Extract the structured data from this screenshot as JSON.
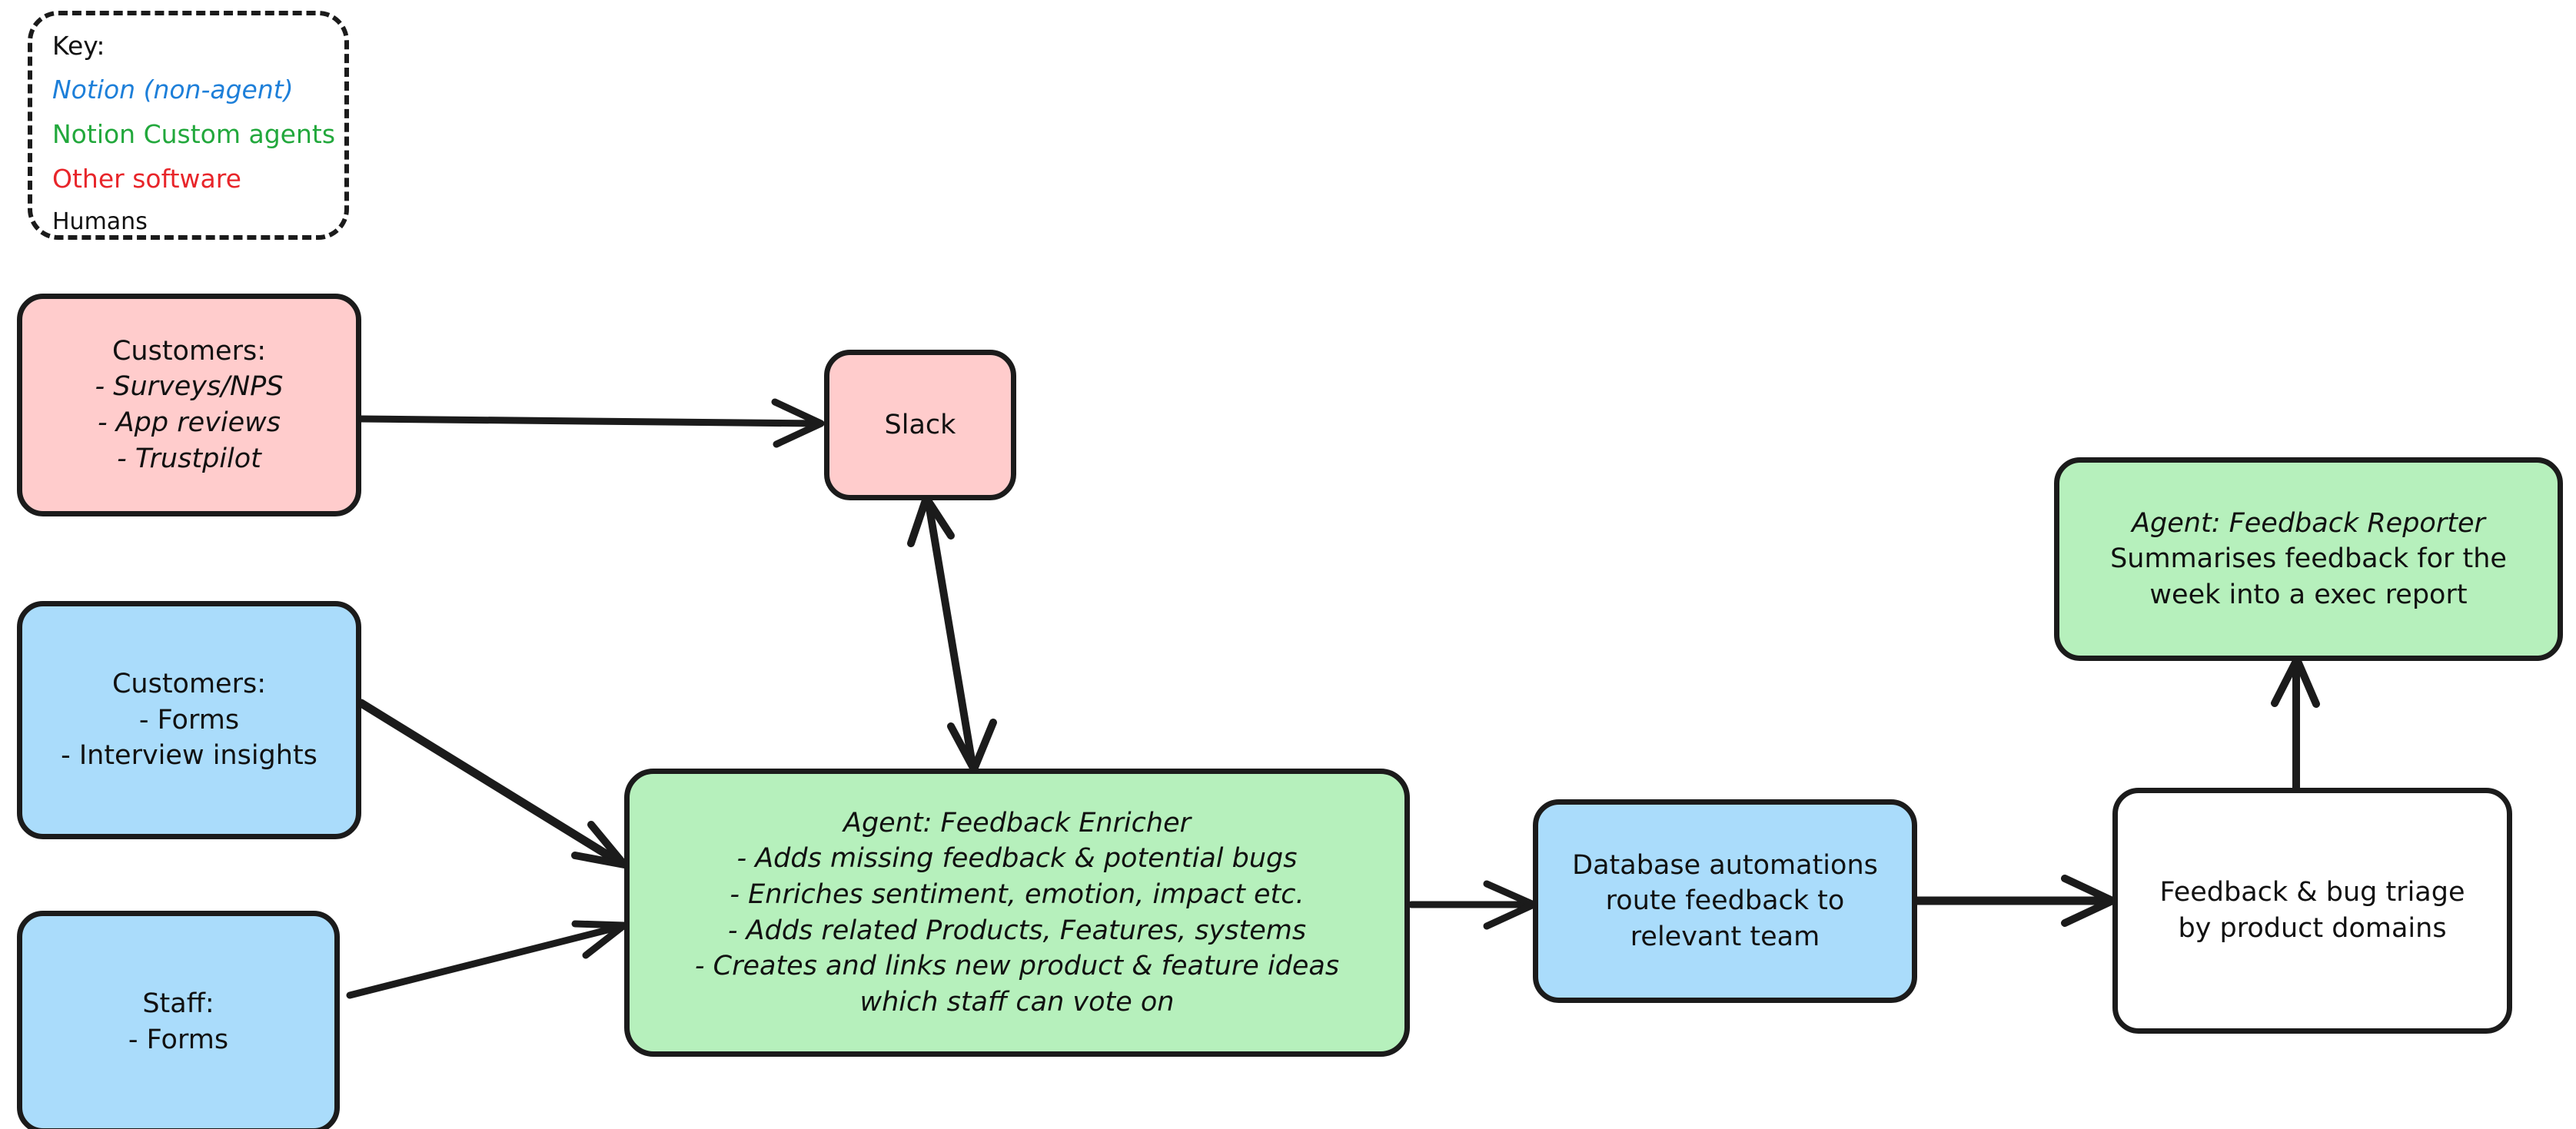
{
  "key": {
    "title": "Key:",
    "items": [
      {
        "label": "Notion (non-agent)",
        "color": "#1d7fd9"
      },
      {
        "label": "Notion Custom agents",
        "color": "#22a83c"
      },
      {
        "label": "Other software",
        "color": "#e8252a"
      },
      {
        "label": "Humans",
        "color": "#111111"
      }
    ]
  },
  "palette": {
    "pink": "#ffcccc",
    "blue": "#aadcfb",
    "green": "#b6f0bc",
    "white": "#ffffff",
    "stroke": "#1b1b1b",
    "legend_blue": "#1d7fd9",
    "legend_green": "#22a83c",
    "legend_red": "#e8252a",
    "legend_black": "#111111"
  },
  "nodes": [
    {
      "id": "customers-surveys",
      "fill": "pink",
      "lines": [
        "Customers:",
        "- Surveys/NPS",
        "- App reviews",
        "- Trustpilot"
      ],
      "italic_lines": [
        1,
        2,
        3
      ]
    },
    {
      "id": "slack",
      "fill": "pink",
      "lines": [
        "Slack"
      ],
      "italic_lines": []
    },
    {
      "id": "customers-forms",
      "fill": "blue",
      "lines": [
        "Customers:",
        "- Forms",
        "- Interview insights"
      ],
      "italic_lines": []
    },
    {
      "id": "staff-forms",
      "fill": "blue",
      "lines": [
        "Staff:",
        "- Forms"
      ],
      "italic_lines": []
    },
    {
      "id": "agent-feedback-enricher",
      "fill": "green",
      "lines": [
        "Agent: Feedback Enricher",
        "- Adds missing feedback & potential bugs",
        "- Enriches sentiment, emotion, impact etc.",
        "- Adds related Products, Features, systems",
        "- Creates and links new product & feature ideas",
        "which staff can vote on"
      ],
      "italic_lines": [
        0
      ]
    },
    {
      "id": "database-automations",
      "fill": "blue",
      "lines": [
        "Database automations",
        "route feedback to",
        "relevant team"
      ],
      "italic_lines": []
    },
    {
      "id": "feedback-bug-triage",
      "fill": "white",
      "lines": [
        "Feedback & bug triage",
        "by product domains"
      ],
      "italic_lines": []
    },
    {
      "id": "agent-feedback-reporter",
      "fill": "green",
      "lines": [
        "Agent: Feedback Reporter",
        "Summarises feedback for the",
        "week into a exec report"
      ],
      "italic_lines": [
        0
      ]
    }
  ],
  "edges": [
    {
      "from": "customers-surveys",
      "to": "slack",
      "direction": "one-way"
    },
    {
      "from": "slack",
      "to": "agent-feedback-enricher",
      "direction": "two-way"
    },
    {
      "from": "customers-forms",
      "to": "agent-feedback-enricher",
      "direction": "one-way"
    },
    {
      "from": "staff-forms",
      "to": "agent-feedback-enricher",
      "direction": "one-way"
    },
    {
      "from": "agent-feedback-enricher",
      "to": "database-automations",
      "direction": "one-way"
    },
    {
      "from": "database-automations",
      "to": "feedback-bug-triage",
      "direction": "one-way"
    },
    {
      "from": "feedback-bug-triage",
      "to": "agent-feedback-reporter",
      "direction": "one-way"
    }
  ]
}
